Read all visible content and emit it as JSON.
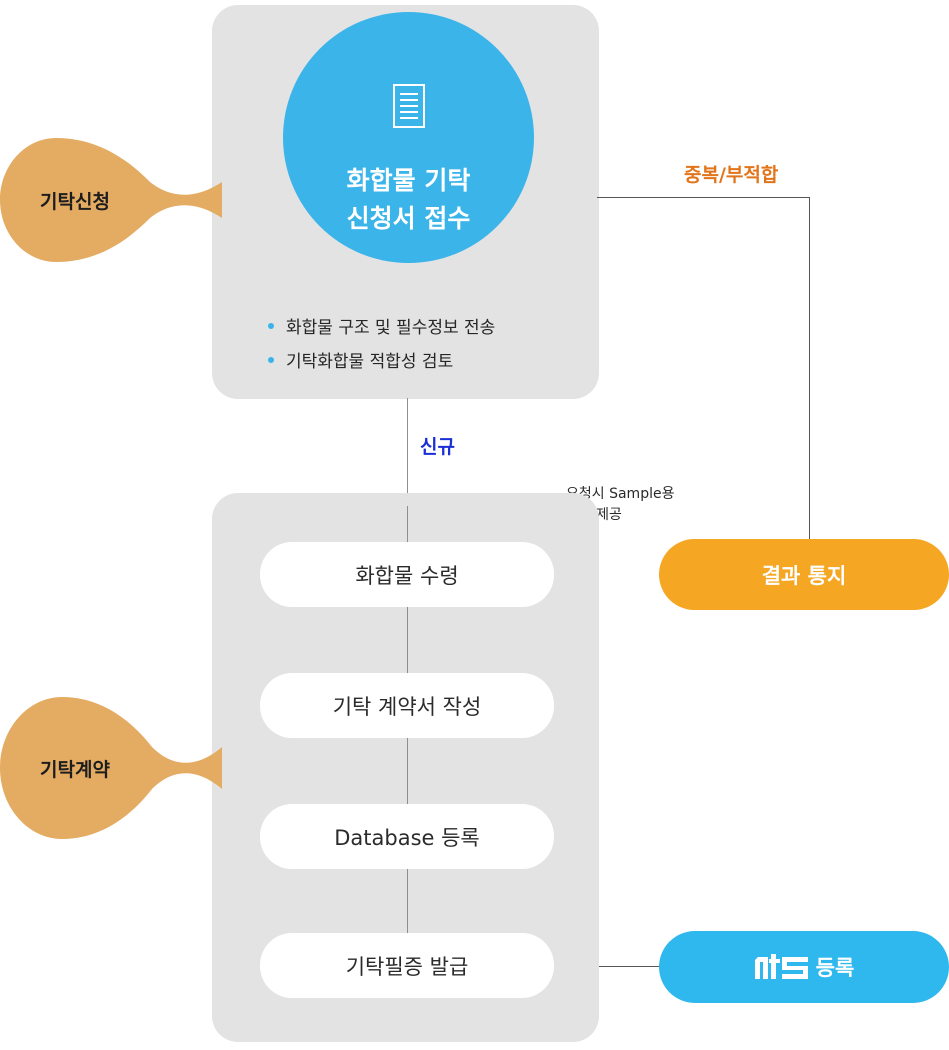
{
  "colors": {
    "panel": "#e3e3e4",
    "tab": "#e4ab62",
    "circle": "#3bb4ea",
    "result": "#f5a623",
    "registry": "#2fb8ee",
    "orange_label": "#e2741a",
    "blue_label": "#1a2fd6"
  },
  "phases": {
    "application": "기탁신청",
    "contract": "기탁계약"
  },
  "receipt": {
    "icon": "document-icon",
    "title_line1": "화합물 기탁",
    "title_line2": "신청서 접수",
    "bullets": [
      "화합물 구조 및 필수정보 전송",
      "기탁화합물 적합성 검토"
    ]
  },
  "branches": {
    "duplicate": "중복/부적합",
    "new": "신규",
    "sample_line1": "요청시 Sample용",
    "sample_line2": "Vial 제공"
  },
  "steps": [
    "화합물 수령",
    "기탁 계약서 작성",
    "Database 등록",
    "기탁필증 발급"
  ],
  "outcomes": {
    "result": "결과 통지",
    "registry_logo": "nts-logo",
    "registry": "등록"
  }
}
